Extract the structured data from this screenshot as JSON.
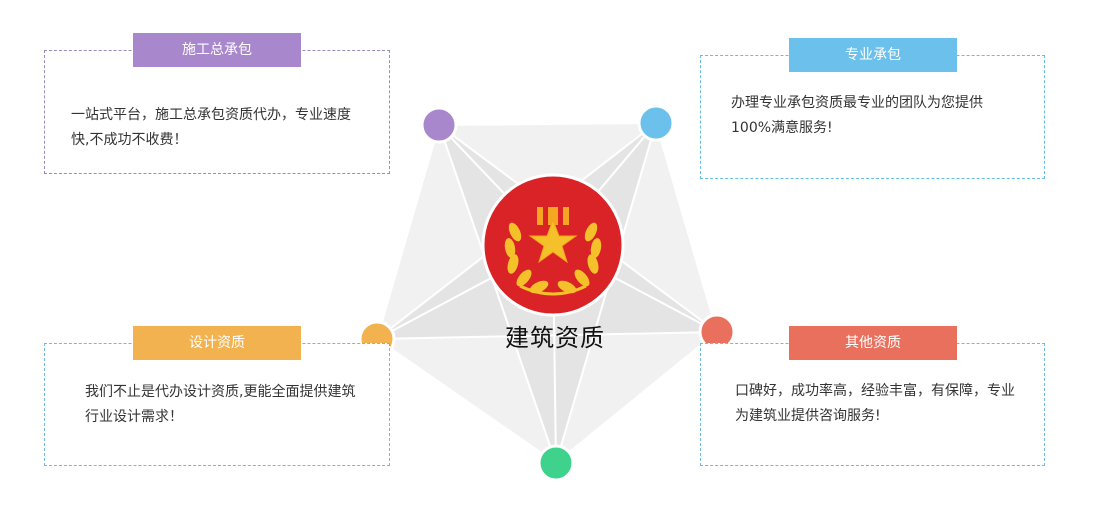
{
  "center": {
    "title": "建筑资质"
  },
  "cards": {
    "top_left": {
      "label": "施工总承包",
      "text": "一站式平台，施工总承包资质代办，专业速度快,不成功不收费！"
    },
    "top_right": {
      "label": "专业承包",
      "text": "办理专业承包资质最专业的团队为您提供100%满意服务!"
    },
    "bottom_left": {
      "label": "设计资质",
      "text": "我们不止是代办设计资质,更能全面提供建筑行业设计需求！"
    },
    "bottom_right": {
      "label": "其他资质",
      "text": "口碑好，成功率高，经验丰富，有保障，专业为建筑业提供咨询服务!"
    }
  },
  "colors": {
    "purple": "#a987cd",
    "blue": "#6bc0ec",
    "orange": "#f2b24f",
    "red": "#e8705c",
    "green": "#3fd28c",
    "emblem_red": "#d92327",
    "emblem_gold": "#f5c12a"
  },
  "icons": {
    "emblem": "laurel-star-emblem-icon"
  }
}
